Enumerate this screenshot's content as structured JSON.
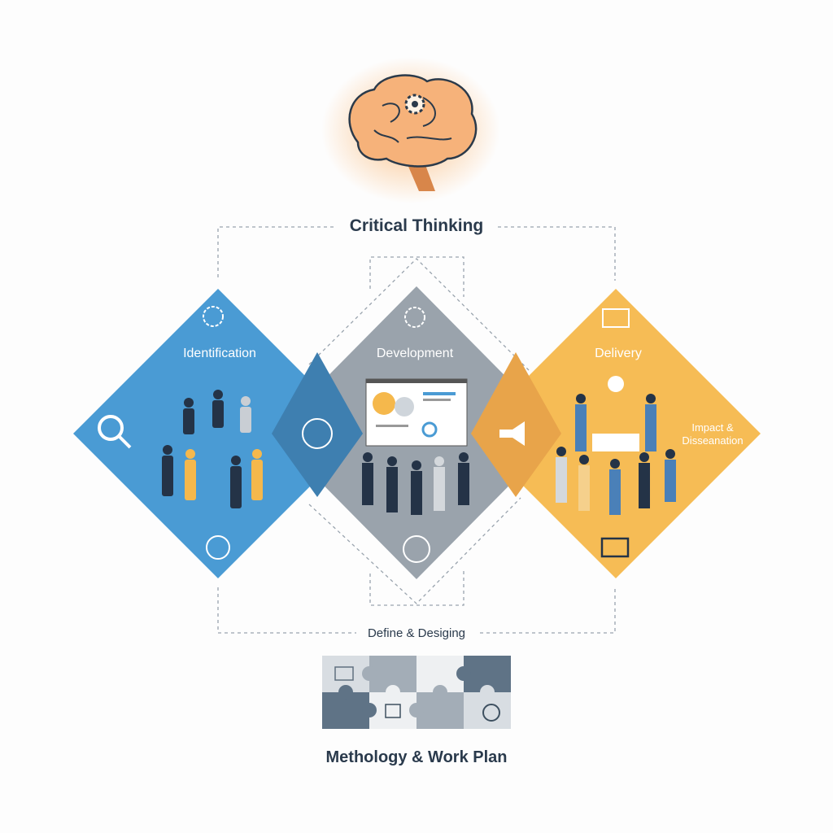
{
  "header": {
    "title": "Critical Thinking",
    "icon": "brain-gear-icon"
  },
  "stages": [
    {
      "label": "Identification",
      "color": "#4a9bd4",
      "icons": [
        "gears-chat-icon",
        "magnifier-icon",
        "chart-bubble-icon"
      ]
    },
    {
      "label": "Development",
      "color": "#9aa3ac",
      "icons": [
        "cloud-gears-icon",
        "presentation-board-icon",
        "analytics-icon"
      ]
    },
    {
      "label": "Delivery",
      "color": "#f5b84c",
      "icons": [
        "open-book-icon",
        "megaphone-icon",
        "lightbulb-icon",
        "monitor-chart-icon"
      ],
      "note": "Impact &",
      "note2": "Disseanation"
    }
  ],
  "footer": {
    "link_label": "Define & Desiging",
    "title": "Methology & Work Plan",
    "puzzle_icons": [
      "envelope-icon",
      "document-icon",
      "bus-icon",
      "chart-icon",
      "phone-icon",
      "calendar-icon",
      "form-icon",
      "clock-icon"
    ]
  }
}
